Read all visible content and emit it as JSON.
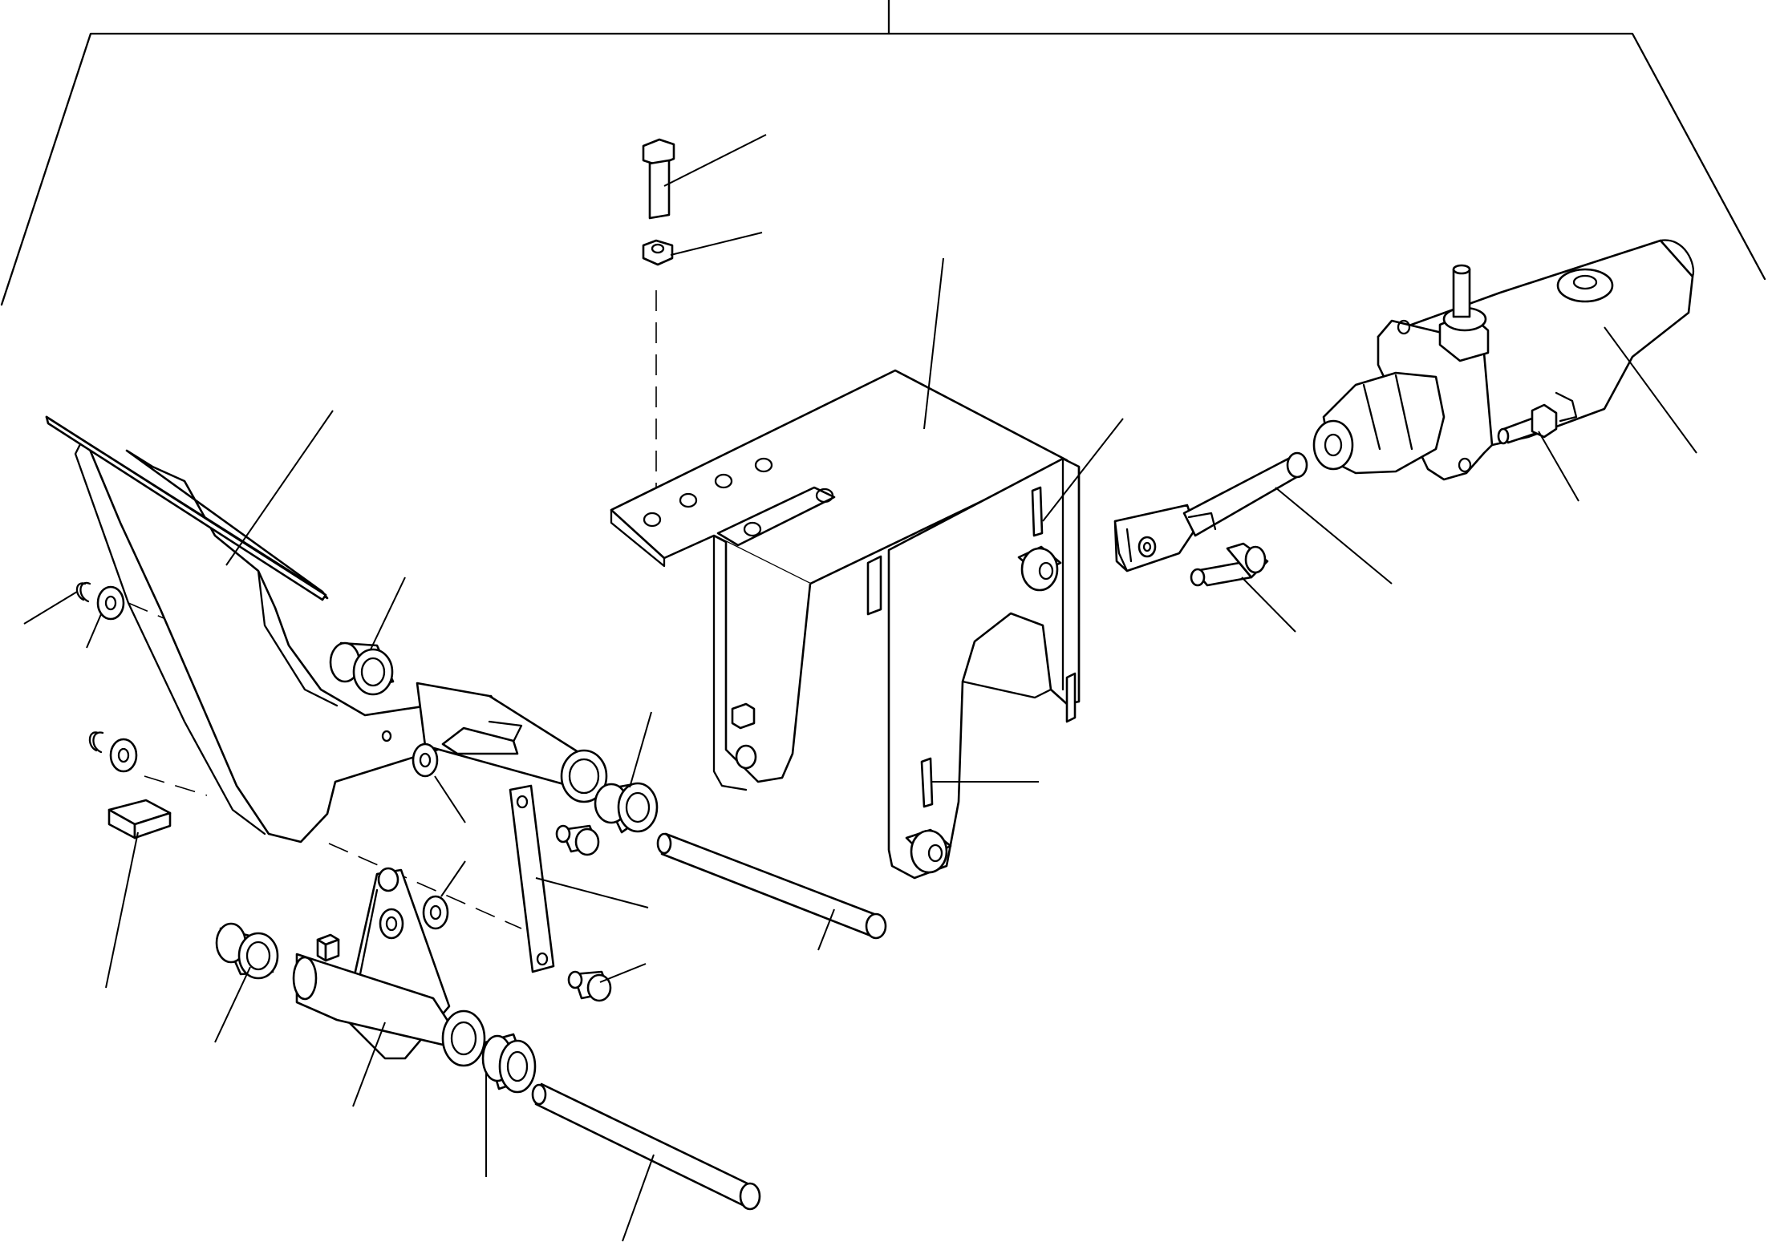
{
  "diagram": {
    "kind": "exploded-parts-drawing",
    "line_color": "#000000",
    "background": "#ffffff",
    "parts": [
      "pedal",
      "pedal-pad",
      "pedal-hub",
      "hub-bushing-upper",
      "hub-bushing-lower",
      "mounting-bracket",
      "bolt-hex",
      "nut-hex",
      "roll-pin-upper",
      "roll-pin-lower",
      "collar-upper",
      "collar-lower",
      "clevis",
      "pushrod",
      "clevis-pin",
      "master-cylinder",
      "cylinder-boot",
      "cylinder-stud",
      "link-plate",
      "clevis-pin-small",
      "e-clip-upper",
      "e-clip-lower",
      "washer-upper",
      "washer-lower",
      "washer-mid",
      "square-key",
      "key-small",
      "bellcrank-lever",
      "bushing-flanged-lower",
      "shaft-upper",
      "shaft-lower"
    ],
    "leader_count": 24
  }
}
